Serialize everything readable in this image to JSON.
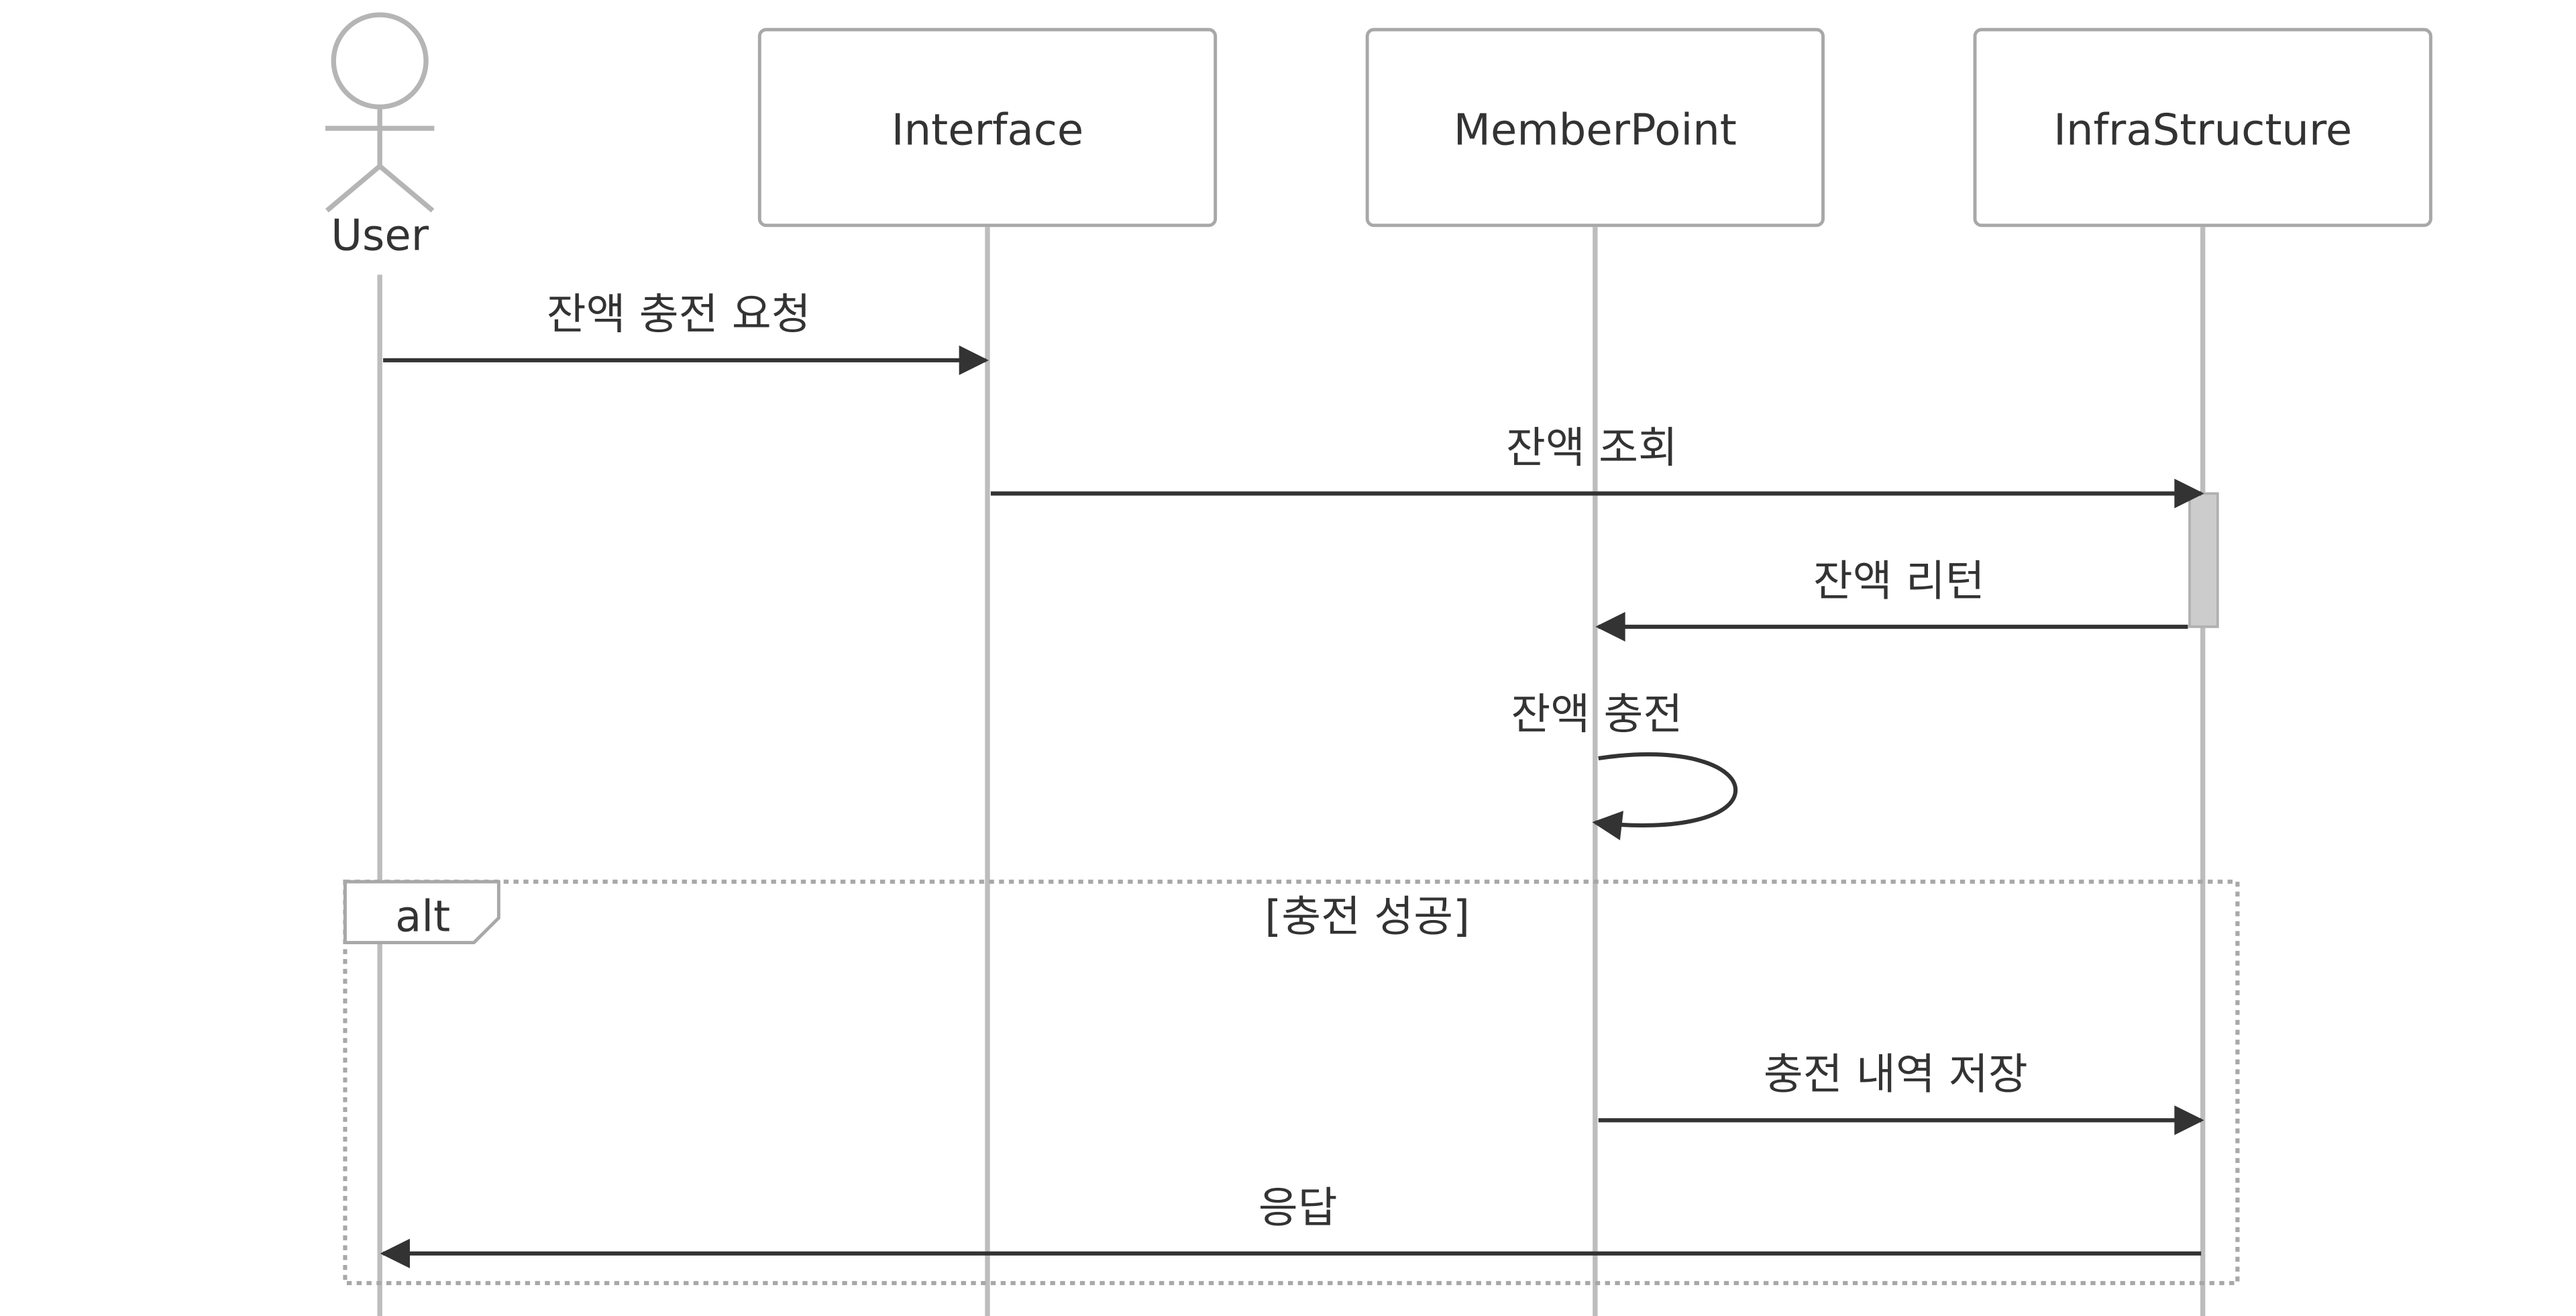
{
  "diagram": {
    "actor": {
      "label": "User"
    },
    "participants": [
      {
        "label": "Interface"
      },
      {
        "label": "MemberPoint"
      },
      {
        "label": "InfraStructure"
      }
    ],
    "messages": [
      {
        "label": "잔액 충전 요청"
      },
      {
        "label": "잔액 조회"
      },
      {
        "label": "잔액 리턴"
      },
      {
        "label": "잔액 충전"
      },
      {
        "label": "충전 내역 저장"
      },
      {
        "label": "응답"
      }
    ],
    "frame": {
      "label": "alt",
      "condition": "[충전 성공]"
    }
  },
  "colors": {
    "lifeline": "#bdbdbd",
    "box_border": "#a8a8a8",
    "arrow": "#333333",
    "text": "#333333",
    "activation_fill": "#cccccc",
    "frame_border": "#a8a8a8"
  }
}
